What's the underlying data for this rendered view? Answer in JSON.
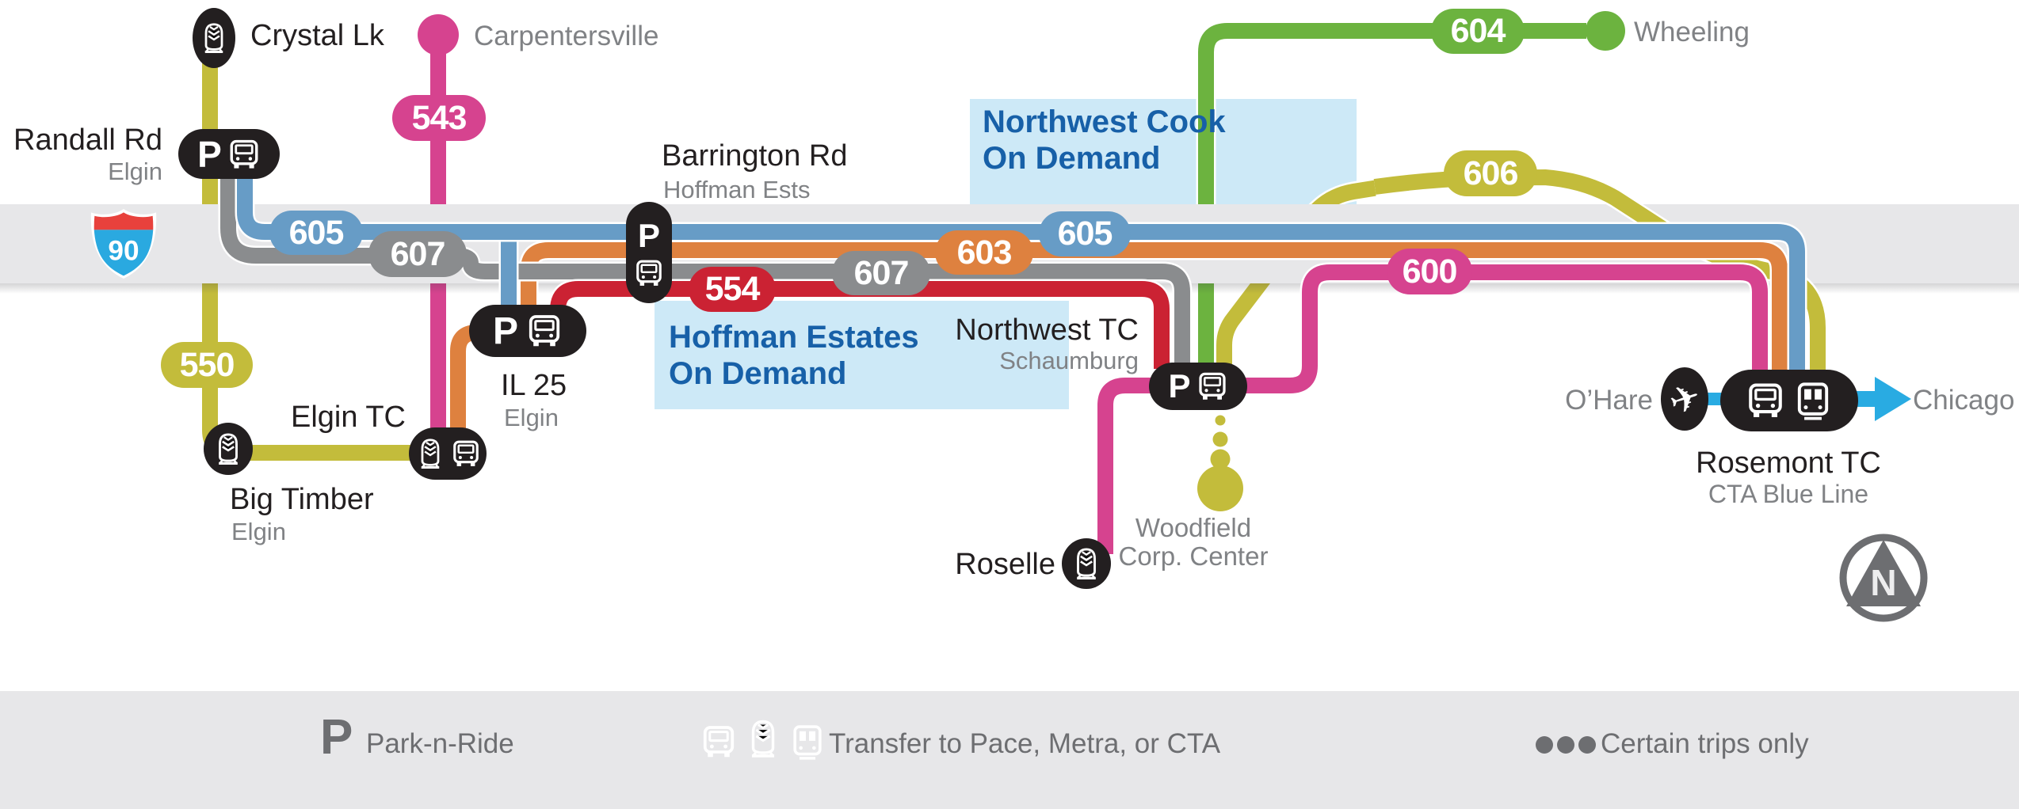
{
  "title": "Pace I-90 corridor transit diagram",
  "highway": {
    "shield": "90"
  },
  "badges": [
    {
      "id": "543",
      "label": "543",
      "color": "#D6438F"
    },
    {
      "id": "550",
      "label": "550",
      "color": "#C3BC3B"
    },
    {
      "id": "605a",
      "label": "605",
      "color": "#679CC6"
    },
    {
      "id": "607a",
      "label": "607",
      "color": "#8A8C8E"
    },
    {
      "id": "554",
      "label": "554",
      "color": "#CB2233"
    },
    {
      "id": "607b",
      "label": "607",
      "color": "#8A8C8E"
    },
    {
      "id": "603",
      "label": "603",
      "color": "#DE813F"
    },
    {
      "id": "605b",
      "label": "605",
      "color": "#679CC6"
    },
    {
      "id": "600",
      "label": "600",
      "color": "#D6438F"
    },
    {
      "id": "606",
      "label": "606",
      "color": "#C3BC3B"
    },
    {
      "id": "604",
      "label": "604",
      "color": "#6CB33F"
    }
  ],
  "stations": [
    {
      "name": "Crystal Lk"
    },
    {
      "name": "Carpentersville"
    },
    {
      "name": "Randall Rd",
      "city": "Elgin"
    },
    {
      "name": "Barrington Rd",
      "city": "Hoffman Ests"
    },
    {
      "name": "IL 25",
      "city": "Elgin"
    },
    {
      "name": "Elgin TC"
    },
    {
      "name": "Big Timber",
      "city": "Elgin"
    },
    {
      "name": "Northwest TC",
      "city": "Schaumburg"
    },
    {
      "name": "Roselle"
    },
    {
      "name": "Woodfield",
      "name2": "Corp. Center"
    },
    {
      "name": "Wheeling"
    },
    {
      "name": "O’Hare"
    },
    {
      "name": "Rosemont TC",
      "city": "CTA Blue Line"
    },
    {
      "name": "Chicago"
    }
  ],
  "on_demand_zones": [
    {
      "line1": "Northwest Cook",
      "line2": "On Demand"
    },
    {
      "line1": "Hoffman Estates",
      "line2": "On Demand"
    }
  ],
  "icons": {
    "park_p": "P",
    "plane": "✈"
  },
  "legend": {
    "p": "P",
    "park_label": "Park-n-Ride",
    "transfer_label": "Transfer to Pace, Metra, or CTA",
    "certain_label": "Certain trips only"
  },
  "compass": {
    "label": "N"
  },
  "colors": {
    "blue_605": "#679CC6",
    "orange_603": "#DE813F",
    "gray_607": "#8A8C8E",
    "red_554": "#CB2233",
    "pink_600_543": "#D6438F",
    "olive_550_606": "#C3BC3B",
    "green_604": "#6CB33F",
    "cyan_cta": "#29ABE2",
    "band": "#E7E7E9",
    "zone_fill": "#CDE9F7",
    "zone_text": "#1760A8",
    "marker_black": "#231F20",
    "text_gray": "#808285",
    "legend_gray": "#6D6E71",
    "shield_red": "#E8413C",
    "shield_blue": "#2AA9E0"
  }
}
